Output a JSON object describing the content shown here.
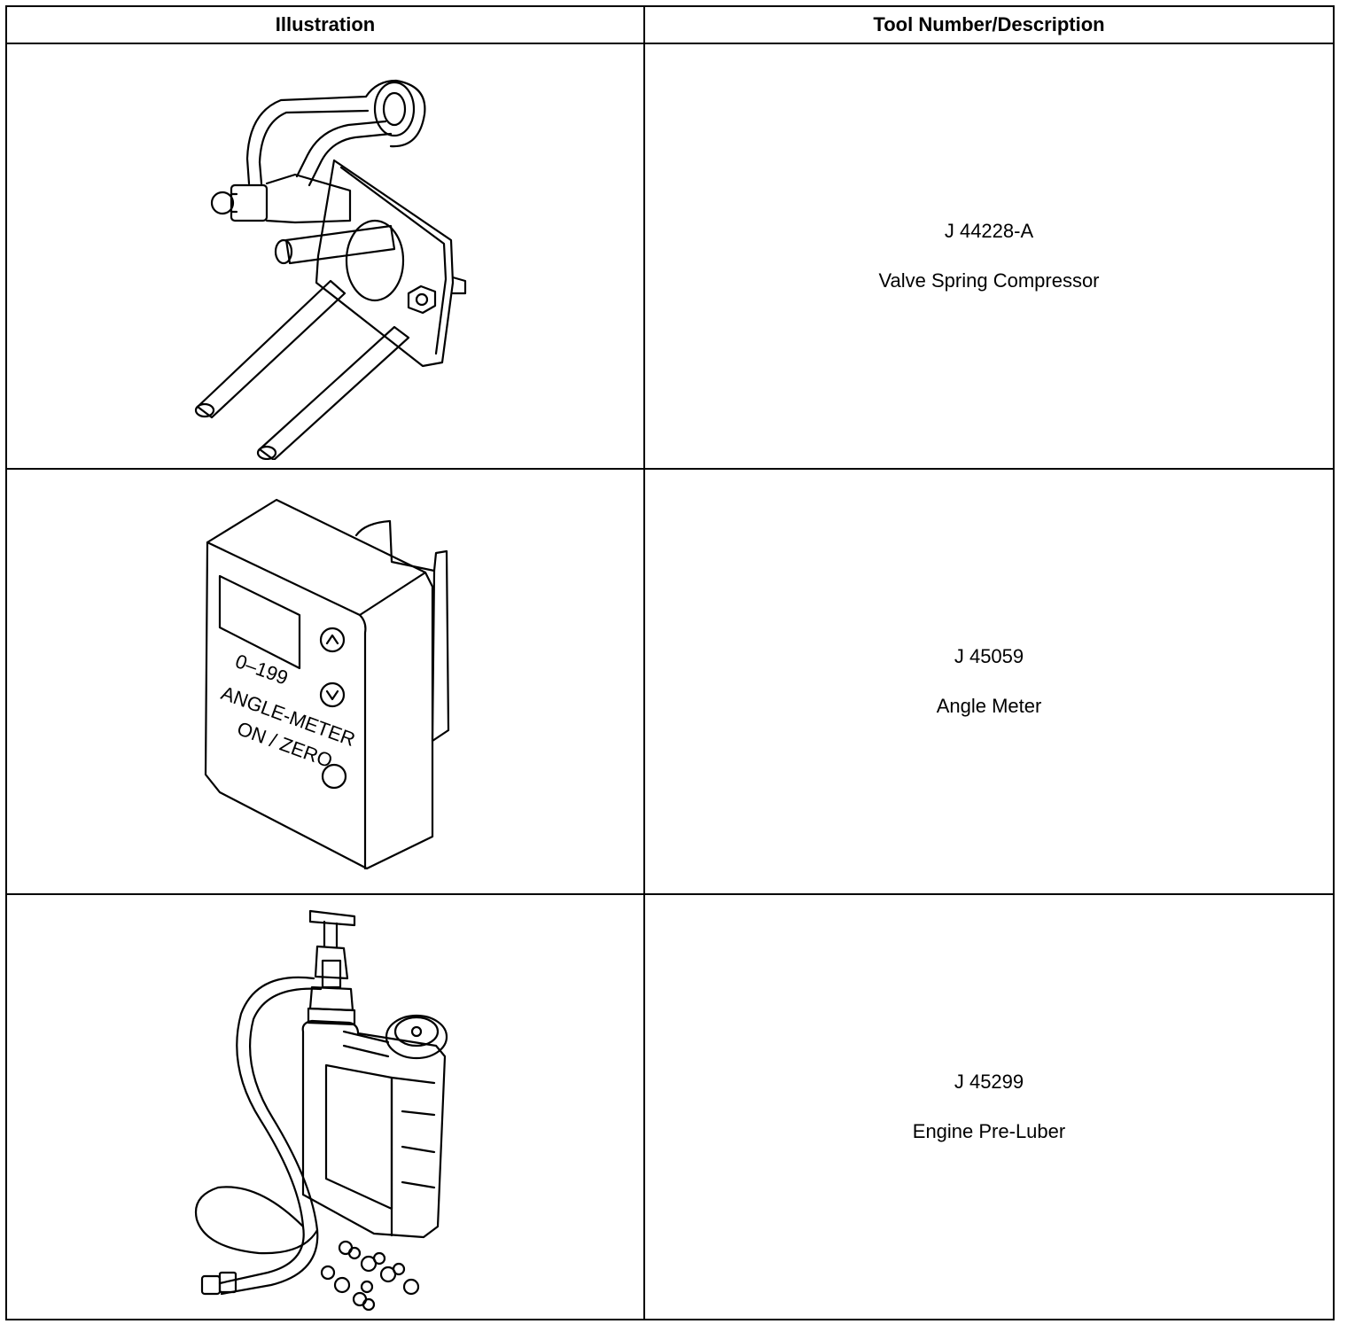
{
  "table": {
    "headers": {
      "illustration": "Illustration",
      "tool": "Tool Number/Description"
    },
    "rows": [
      {
        "number": "J 44228-A",
        "description": "Valve Spring Compressor",
        "icon": "valve-spring-compressor-icon"
      },
      {
        "number": "J 45059",
        "description": "Angle Meter",
        "icon": "angle-meter-icon",
        "device_labels": {
          "range": "0–199",
          "name": "ANGLE-METER",
          "button": "ON / ZERO"
        }
      },
      {
        "number": "J 45299",
        "description": "Engine Pre-Luber",
        "icon": "engine-pre-luber-icon"
      }
    ]
  }
}
